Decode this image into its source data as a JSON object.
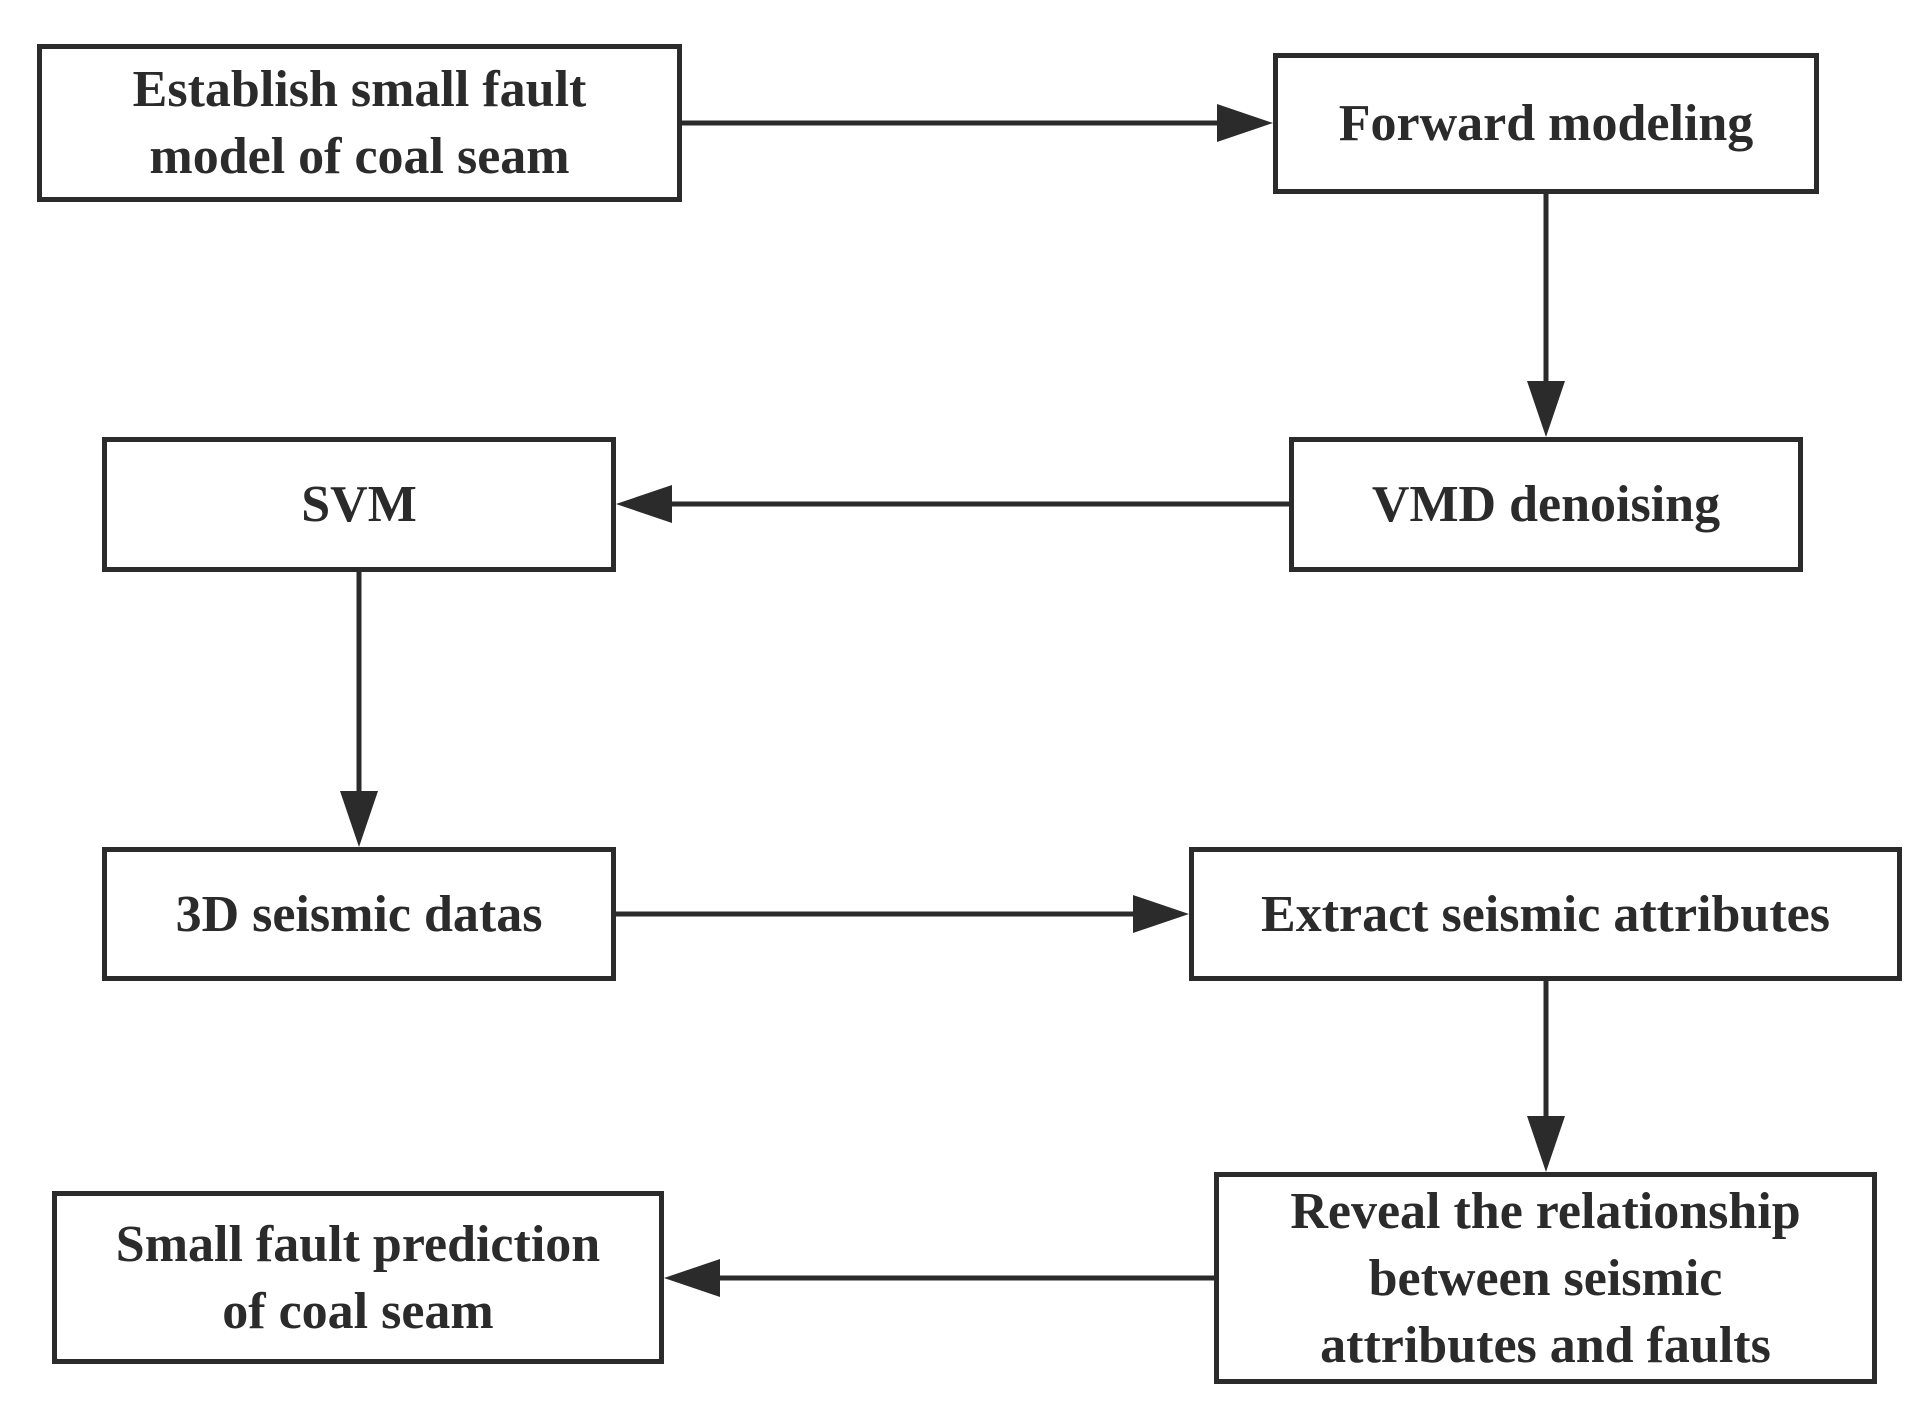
{
  "nodes": {
    "establish_model": "Establish small fault\nmodel of coal seam",
    "forward_modeling": "Forward modeling",
    "svm": "SVM",
    "vmd_denoising": "VMD denoising",
    "seismic_datas": "3D seismic datas",
    "extract_attributes": "Extract seismic attributes",
    "fault_prediction": "Small fault prediction\nof coal seam",
    "reveal_relationship": "Reveal the relationship\nbetween seismic\nattributes and faults"
  },
  "colors": {
    "stroke": "#2b2b2b",
    "text": "#2b2b2b",
    "background": "#ffffff"
  }
}
